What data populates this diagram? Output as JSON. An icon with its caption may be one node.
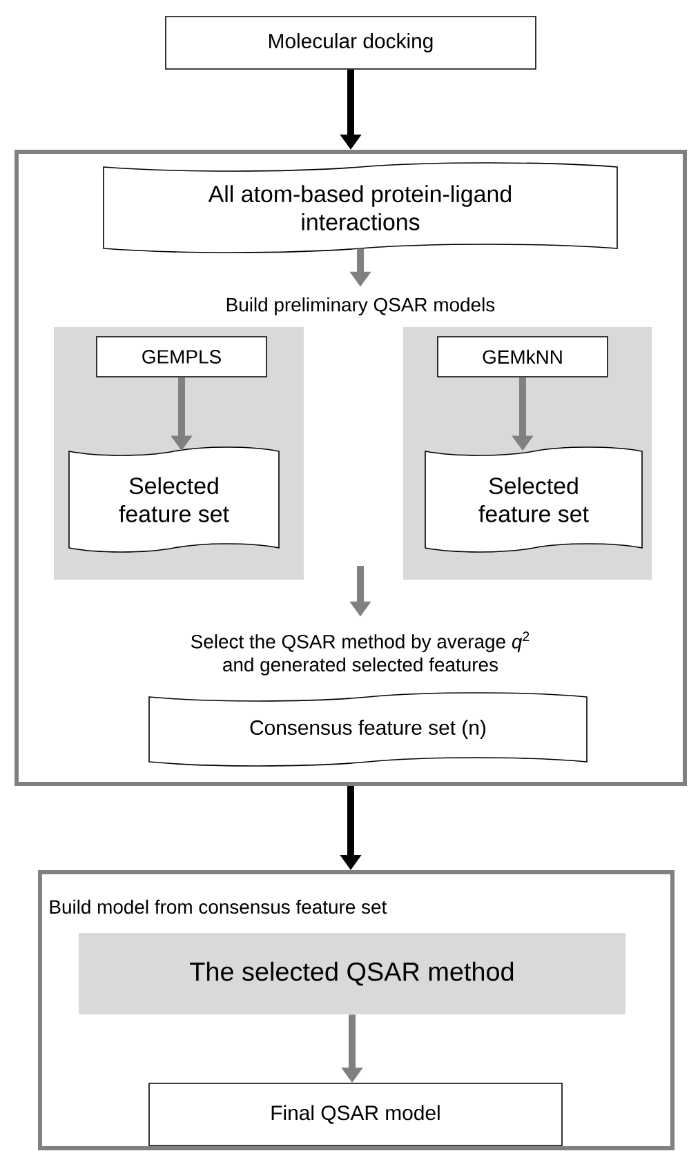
{
  "diagram": {
    "nodes": [
      {
        "text": [
          "Molecular docking"
        ]
      },
      {
        "text": [],
        "shape": "box"
      },
      {
        "text": [
          "All atom-based protein-ligand interactions"
        ],
        "in": 1
      },
      {
        "text": [
          "Build preliminary QSAR models"
        ],
        "in": 1
      },
      {
        "text": [],
        "shape": "box",
        "in": 1
      },
      {
        "text": [
          "GEMPLS"
        ],
        "in": 4
      },
      {
        "text": [
          "Selected feature set"
        ],
        "in": 4
      },
      {
        "text": [],
        "shape": "box",
        "in": 1
      },
      {
        "text": [
          "GEMkNN"
        ],
        "in": 7
      },
      {
        "text": [
          "Selected feature set"
        ],
        "in": 7
      },
      {
        "text": [
          "Select the QSAR method by average *q*$^{2}$ and generated selected features"
        ],
        "in": 1
      },
      {
        "text": [
          "Consensus feature set (n)"
        ],
        "in": 1
      },
      {
        "text": [
          "Build model from consensus feature set"
        ]
      },
      {
        "text": [
          "The selected QSAR method"
        ],
        "in": 12
      },
      {
        "text": [
          "Final QSAR model"
        ],
        "in": 12
      }
    ],
    "edges": [
      {
        "from": 0,
        "to": 1,
        "arrow": "to",
        "color": "#000000"
      },
      {
        "from": 2,
        "to": 3,
        "arrow": "to"
      },
      {
        "from": 5,
        "to": 6,
        "arrow": "to"
      },
      {
        "from": 8,
        "to": 9,
        "arrow": "to"
      },
      {
        "from": null,
        "to": 10,
        "arrow": "to"
      },
      {
        "from": 1,
        "to": 12,
        "arrow": "to",
        "color": "#000000"
      },
      {
        "from": 13,
        "to": 14,
        "arrow": "to"
      }
    ]
  }
}
